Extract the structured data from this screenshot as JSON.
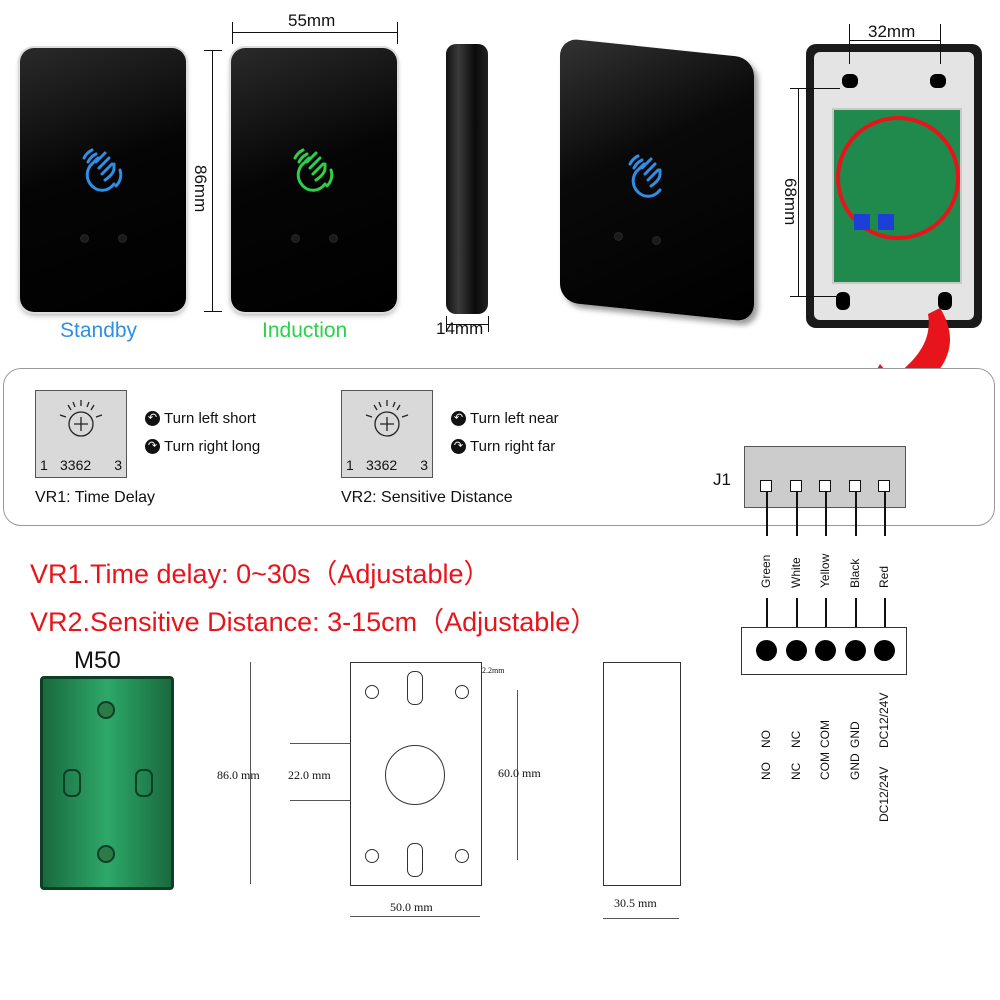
{
  "top": {
    "dim_width": "55mm",
    "dim_height": "86mm",
    "dim_depth": "14mm",
    "dim_hole_spacing": "32mm",
    "dim_hole_height": "68mm",
    "status_standby": "Standby",
    "status_induction": "Induction",
    "colors": {
      "standby": "#2f8fe6",
      "induction": "#2bd14a"
    }
  },
  "panel": {
    "vr1": {
      "pot_code": "3362",
      "pin_left": "1",
      "pin_right": "3",
      "note_left": "Turn left short",
      "note_right": "Turn right long",
      "label": "VR1: Time Delay"
    },
    "vr2": {
      "pot_code": "3362",
      "pin_left": "1",
      "pin_right": "3",
      "note_left": "Turn left near",
      "note_right": "Turn right far",
      "label": "VR2: Sensitive Distance"
    }
  },
  "connector": {
    "label": "J1",
    "wires": [
      "Green",
      "White",
      "Yellow",
      "Black",
      "Red"
    ],
    "terminals": [
      "NO",
      "NC",
      "COM",
      "GND",
      "DC12/24V"
    ],
    "terminals_repeat": [
      "NO",
      "NC",
      "COM",
      "GND",
      "DC12/24V"
    ]
  },
  "specs": {
    "line1": "VR1.Time delay: 0~30s（Adjustable）",
    "line2": "VR2.Sensitive Distance: 3-15cm（Adjustable）"
  },
  "box": {
    "model": "M50"
  },
  "drawing": {
    "height": "86.0 mm",
    "hole": "22.0 mm",
    "spacing": "60.0 mm",
    "width": "50.0 mm",
    "depth": "30.5 mm",
    "small": "2.2mm"
  }
}
